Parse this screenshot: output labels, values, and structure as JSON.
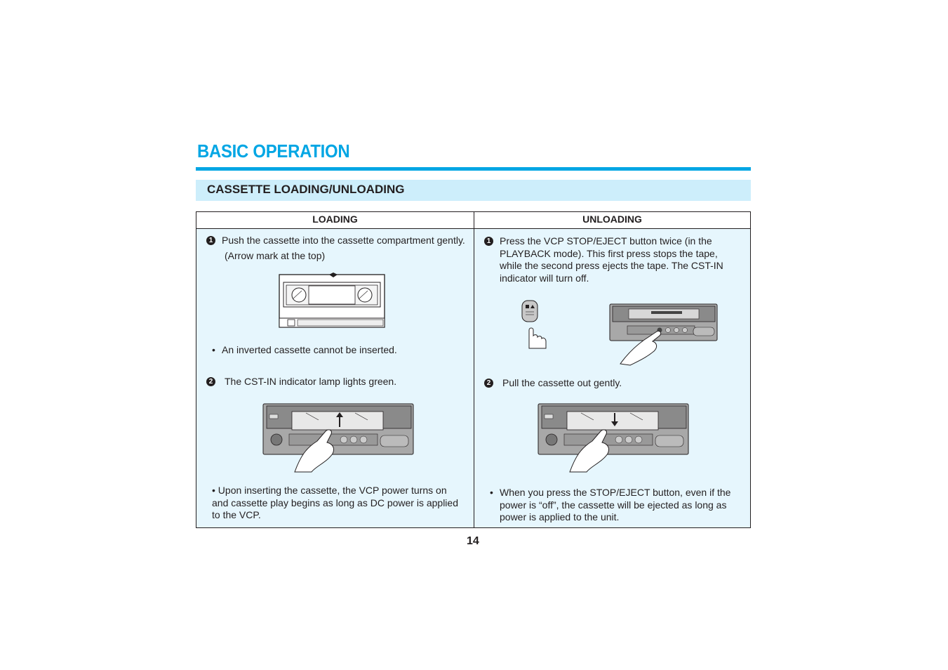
{
  "page": {
    "title": "BASIC OPERATION",
    "section_title": "CASSETTE LOADING/UNLOADING",
    "page_number": "14"
  },
  "loading": {
    "heading": "LOADING",
    "step1_number": "1",
    "step1_text": "Push the cassette into the cassette compartment gently.",
    "step1_note": "(Arrow mark at the top)",
    "bullet1": "An inverted cassette cannot be inserted.",
    "step2_number": "2",
    "step2_text": "The CST-IN indicator lamp lights green.",
    "bullet2": "Upon inserting the cassette, the VCP power turns on and cassette play begins as long as DC power is applied to the VCP."
  },
  "unloading": {
    "heading": "UNLOADING",
    "step1_number": "1",
    "step1_text": "Press the VCP STOP/EJECT button twice (in the PLAYBACK mode). This first press stops the tape, while the second press ejects the tape. The CST-IN indicator will turn off.",
    "step2_number": "2",
    "step2_text": "Pull the cassette out gently.",
    "bullet1": "When you press the STOP/EJECT button, even if the power is “off”, the cassette will be ejected as long as power is applied to the unit."
  },
  "colors": {
    "accent": "#00a6e4",
    "section_band": "#cdeefb",
    "cell_background": "#e6f6fd"
  }
}
